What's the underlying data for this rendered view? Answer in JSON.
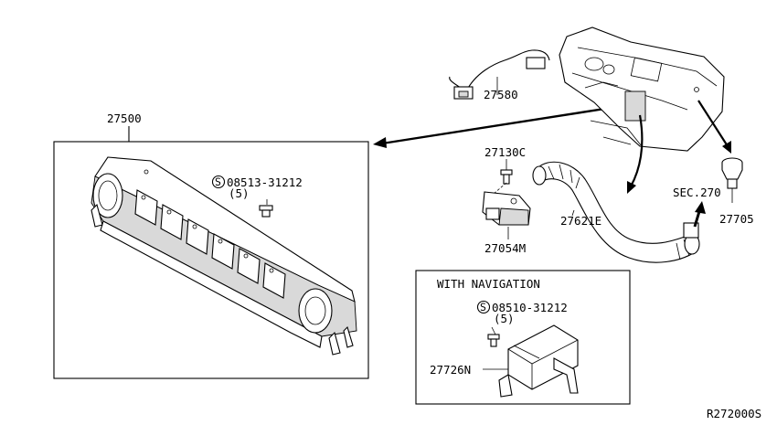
{
  "labels": {
    "p27500": "27500",
    "p27580": "27580",
    "p27130c": "27130C",
    "p27054m": "27054M",
    "p27621e": "27621E",
    "p27705": "27705",
    "sec270": "SEC.270",
    "screw1": "08513-31212",
    "screw1_qty": "(5)",
    "screw2": "08510-31212",
    "screw2_qty": "(5)",
    "p27726n": "27726N",
    "with_nav": "WITH NAVIGATION",
    "drawing_no": "R272000S",
    "s_symbol": "S"
  }
}
